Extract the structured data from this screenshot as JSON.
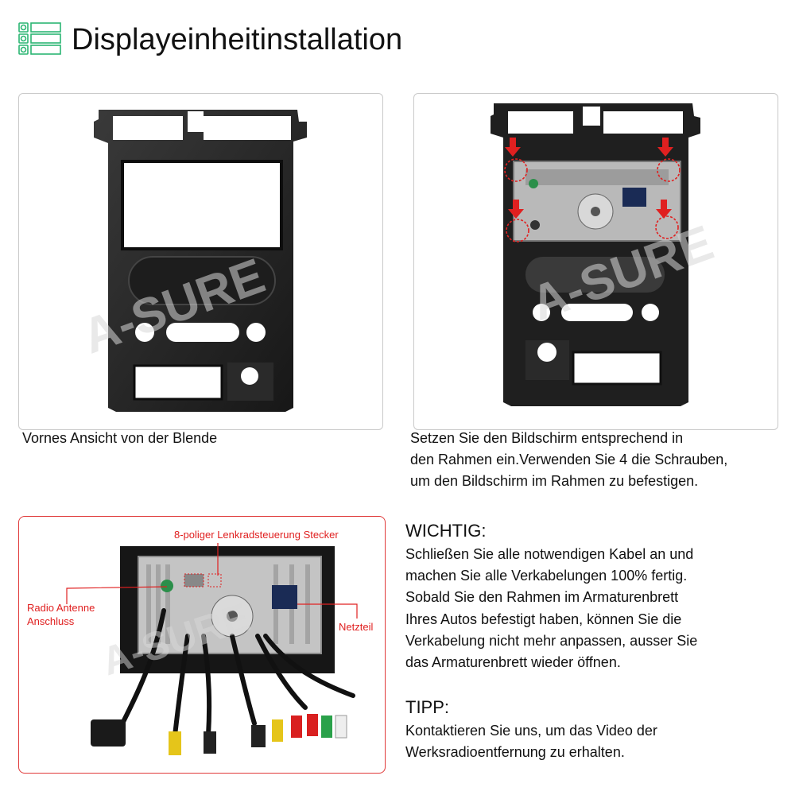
{
  "header": {
    "title": "Displayeinheitinstallation",
    "icon": "list-icon",
    "accent_color": "#2bb673"
  },
  "panels": [
    {
      "caption": "Vornes Ansicht von der Blende",
      "image": "dash-frame-front-image"
    },
    {
      "caption_lines": [
        "Setzen Sie den Bildschirm entsprechend in",
        "den Rahmen ein.Verwenden Sie 4 die Schrauben,",
        "um den Bildschirm im Rahmen zu befestigen."
      ],
      "image": "frame-with-unit-image",
      "marker_color": "#e02020"
    },
    {
      "image": "unit-rear-wiring-image",
      "callouts": {
        "steering_connector": "8-poliger Lenkradsteuerung Stecker",
        "antenna_line1": "Radio Antenne",
        "antenna_line2": "Anschluss",
        "power": "Netzteil"
      },
      "border_color": "#e03a3a"
    }
  ],
  "watermark": "A-SURE",
  "important": {
    "heading": "WICHTIG:",
    "lines": [
      "Schließen Sie alle notwendigen Kabel an und",
      "machen Sie alle Verkabelungen 100% fertig.",
      "Sobald Sie den Rahmen im Armaturenbrett",
      "Ihres Autos befestigt haben, können Sie die",
      "Verkabelung nicht mehr anpassen, ausser Sie",
      "das Armaturenbrett wieder öffnen."
    ]
  },
  "tip": {
    "heading": "TIPP:",
    "lines": [
      "Kontaktieren Sie uns, um das Video der",
      "Werksradioentfernung zu erhalten."
    ]
  }
}
